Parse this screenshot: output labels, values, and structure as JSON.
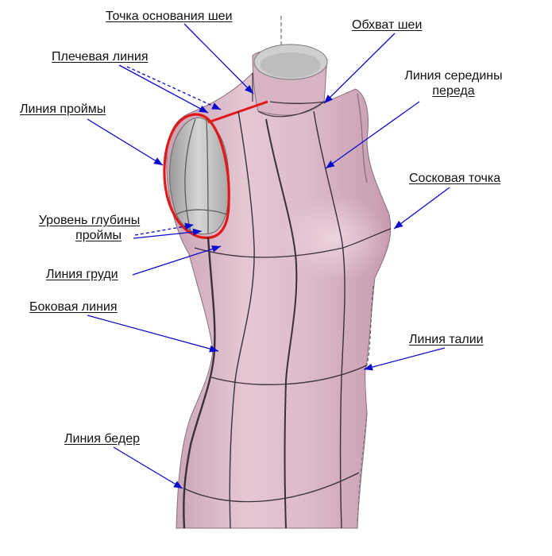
{
  "colors": {
    "arrow": "#0b0bd0",
    "highlight": "#e01818",
    "body_fill": "#dcb8c6",
    "body_shade": "#c99db0",
    "seam": "#3a3038",
    "inner": "#b4b4b4"
  },
  "labels": {
    "neck_base_point": "Точка основания шеи",
    "neck_girth": "Обхват шеи",
    "shoulder_line": "Плечевая линия",
    "center_front_line_1": "Линия середины",
    "center_front_line_2": "переда",
    "armhole_line": "Линия проймы",
    "bust_point": "Сосковая точка",
    "armhole_depth_level_1": "Уровень глубины",
    "armhole_depth_level_2": "проймы",
    "bust_line": "Линия груди",
    "side_line": "Боковая линия",
    "waist_line": "Линия талии",
    "hip_line": "Линия бедер"
  }
}
